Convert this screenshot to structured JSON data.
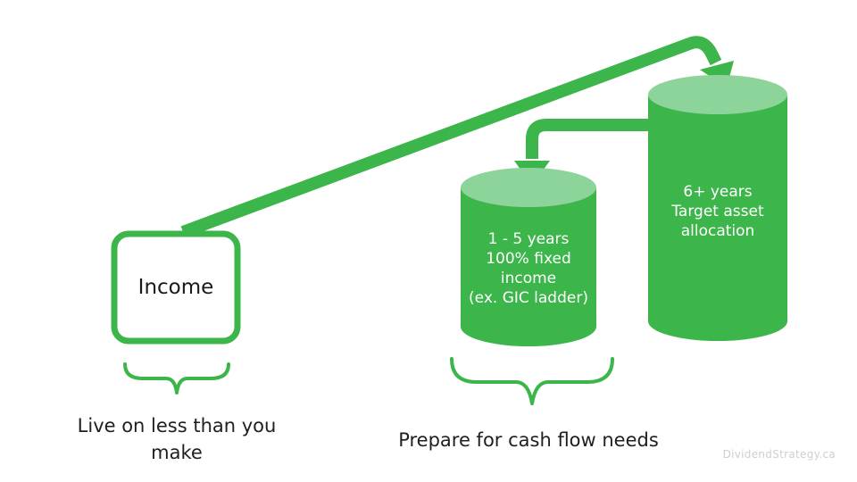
{
  "colors": {
    "green": "#3cb54a",
    "green_light": "#8dd49a",
    "text_dark": "#1f1f1f",
    "watermark": "#cfcfcf"
  },
  "income_box": {
    "label": "Income"
  },
  "cylinders": [
    {
      "id": "short-term",
      "lines": [
        "1 - 5 years",
        "100% fixed",
        "income",
        "(ex. GIC ladder)"
      ]
    },
    {
      "id": "long-term",
      "lines": [
        "6+ years",
        "Target asset",
        "allocation"
      ]
    }
  ],
  "captions": {
    "left": [
      "Live on less than you",
      "make"
    ],
    "right": "Prepare for cash flow needs"
  },
  "watermark": "DividendStrategy.ca",
  "icons": [
    "arrow-icon",
    "curly-brace-icon"
  ]
}
